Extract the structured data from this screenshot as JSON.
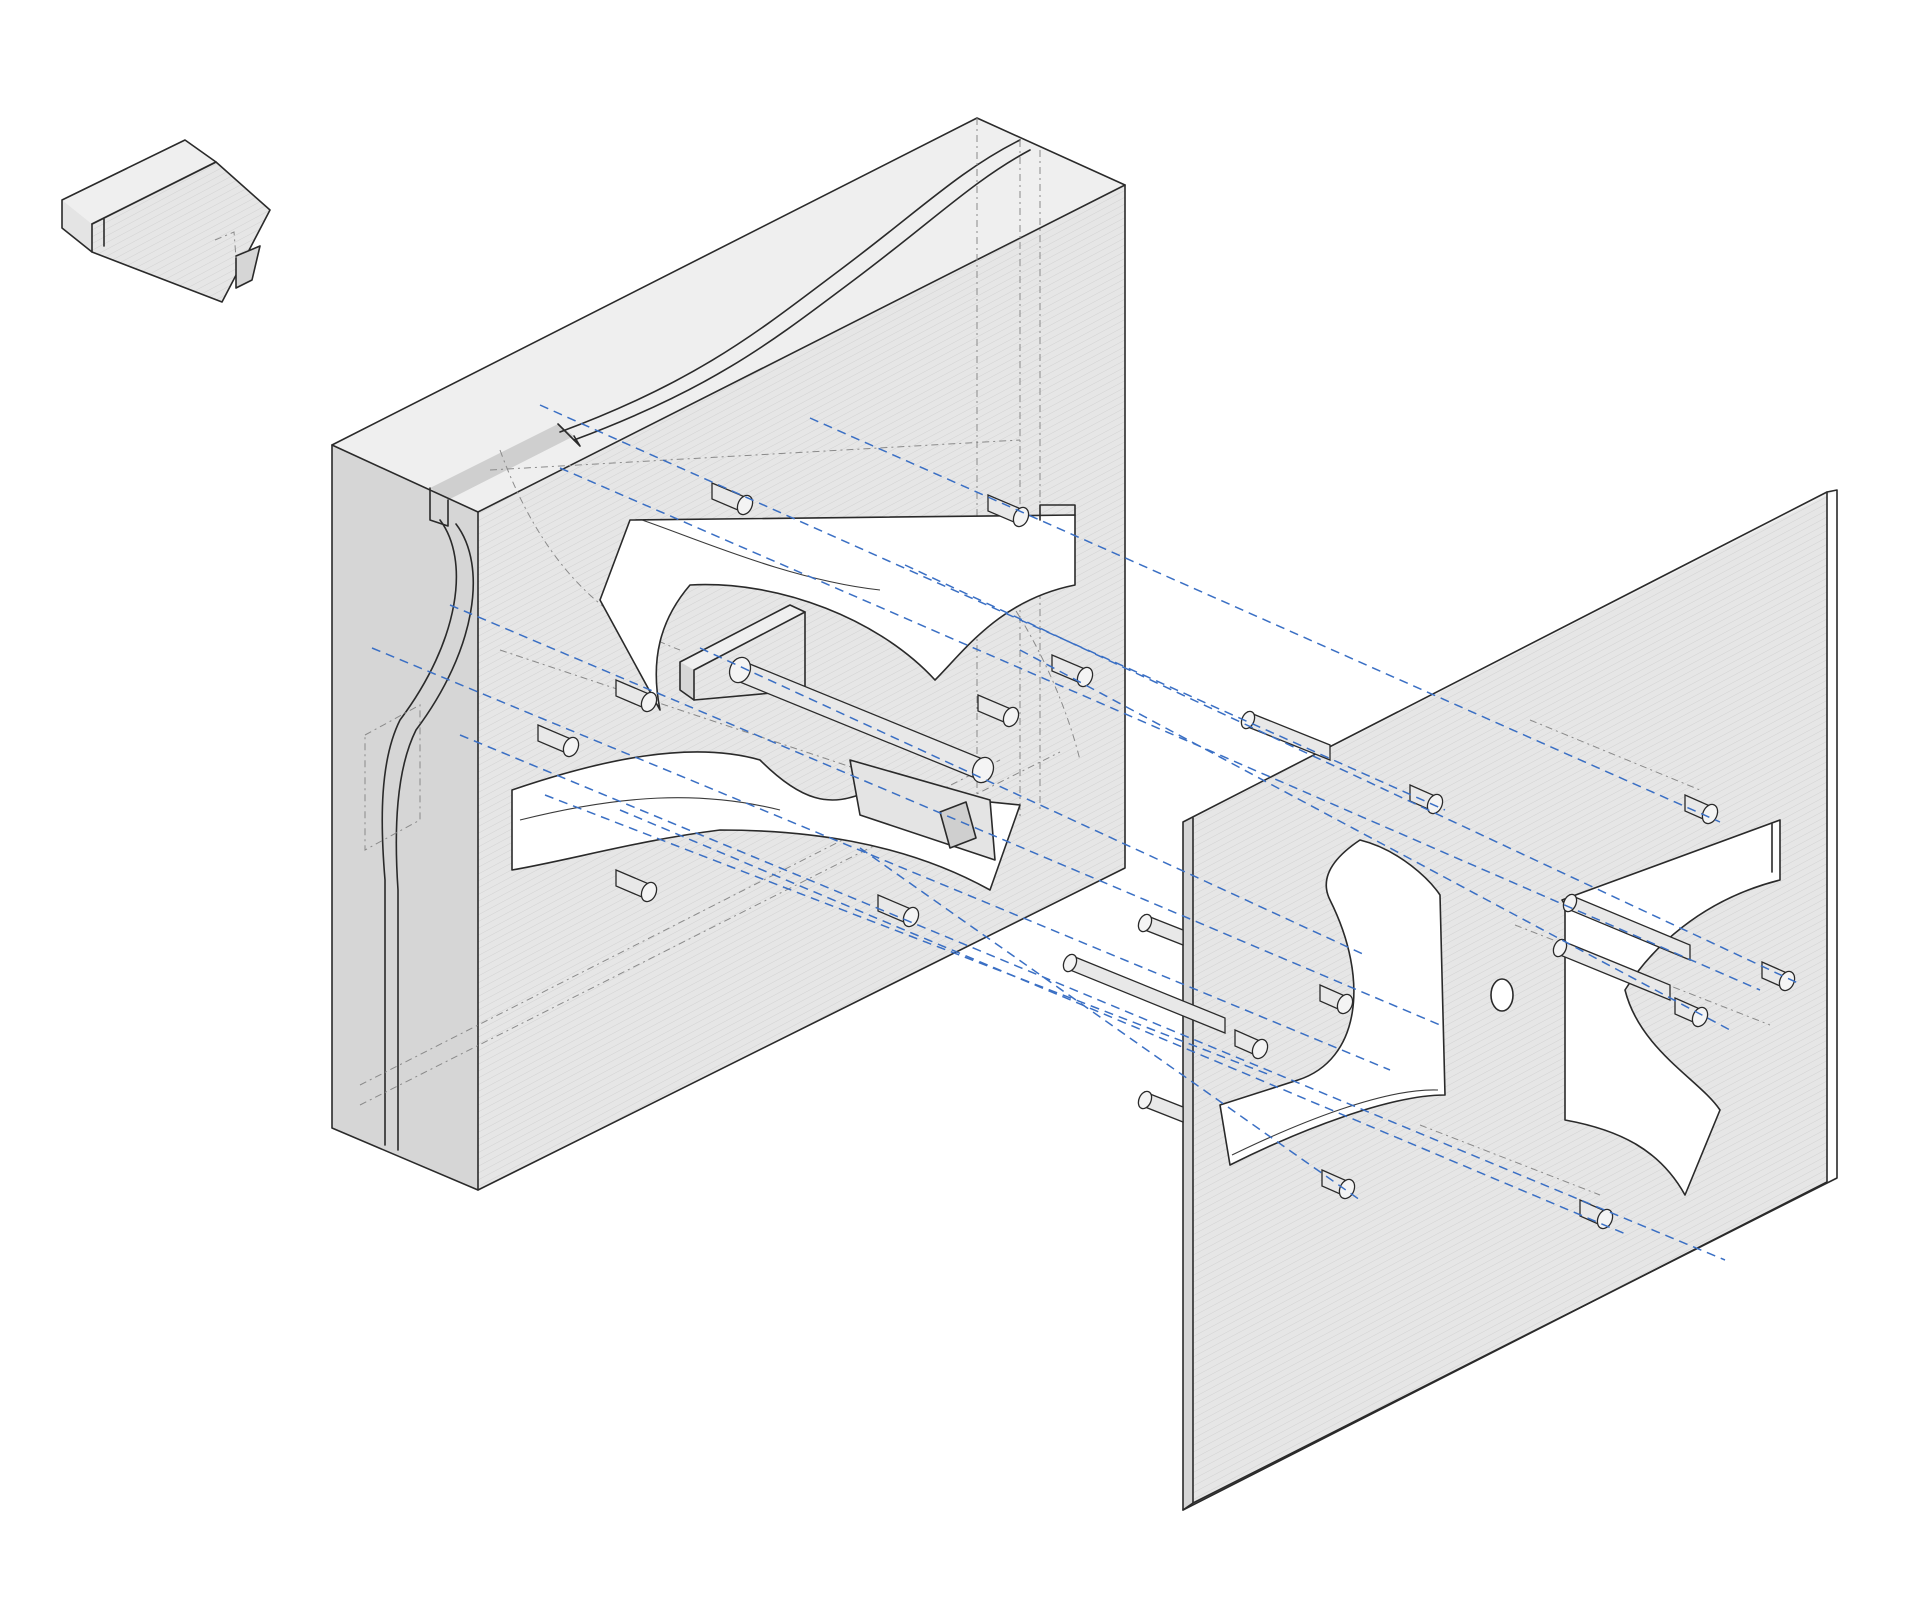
{
  "diagram": {
    "type": "exploded-axonometric",
    "parts": [
      {
        "id": "key-block",
        "kind": "small wedge block"
      },
      {
        "id": "mold-block",
        "kind": "thick block with two curved cavities and a central insert"
      },
      {
        "id": "mold-plate",
        "kind": "thin plate with two curved cut-outs, a round hole and locating pins"
      }
    ],
    "alignment_axes": 12,
    "colors": {
      "line": "#2a2a2a",
      "hidden_line": "#8a8a8a",
      "surface": "#e4e4e4",
      "axis": "#3a6fc4",
      "background": "#ffffff"
    }
  }
}
